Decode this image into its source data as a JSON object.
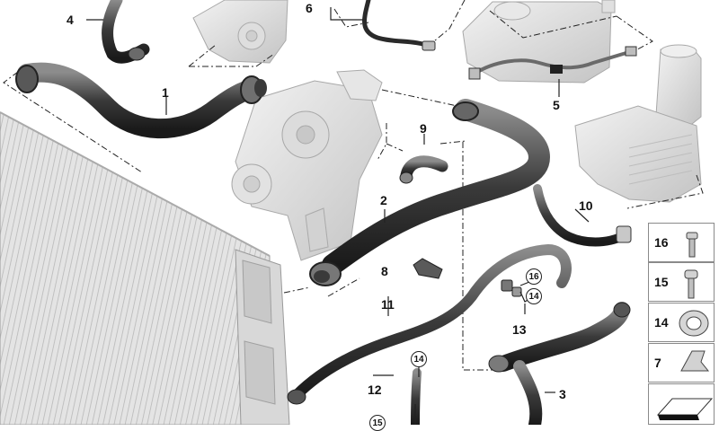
{
  "diagram": {
    "callouts": [
      "1",
      "2",
      "3",
      "4",
      "5",
      "6",
      "7",
      "8",
      "9",
      "10",
      "11",
      "12",
      "13",
      "14",
      "15",
      "16"
    ],
    "circled": {
      "a": "16",
      "b": "14",
      "c": "14",
      "d": "15"
    },
    "side_panel": [
      "16",
      "15",
      "14",
      "7"
    ]
  }
}
